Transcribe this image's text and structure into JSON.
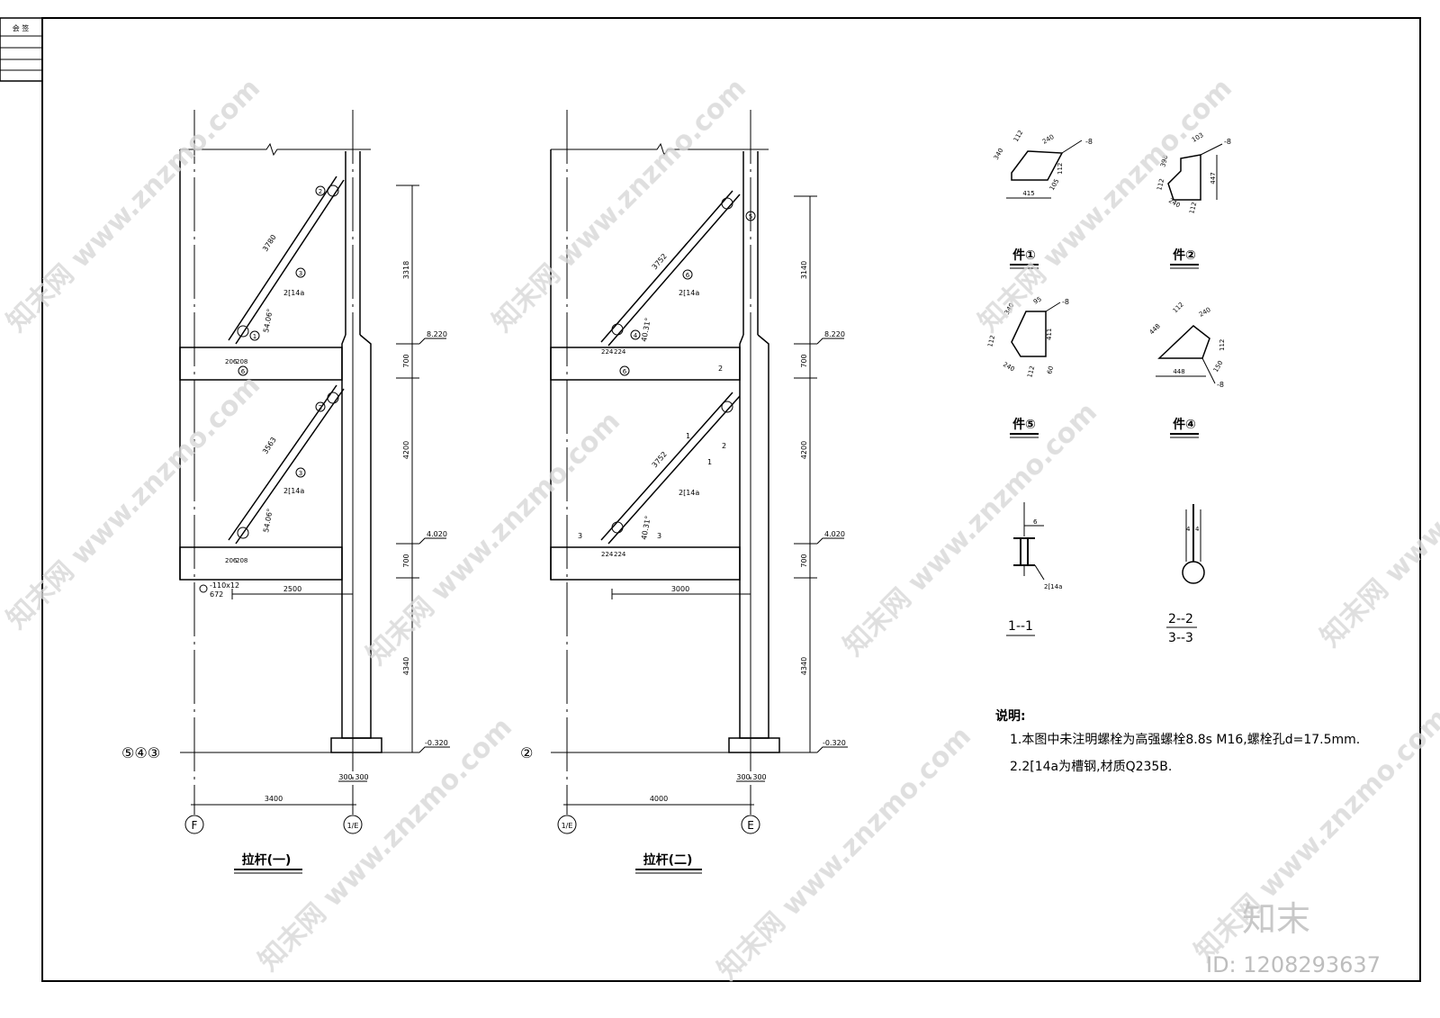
{
  "title_block": {
    "top_text": "会 签"
  },
  "elevation_1": {
    "title": "拉杆(一)",
    "grid_left": "F",
    "grid_right": "1/E",
    "axis_label": "⑤④③",
    "span": "3400",
    "col_widths": [
      "300",
      "300"
    ],
    "brace_upper_len": "3780",
    "brace_lower_len": "3563",
    "angle": "54.06°",
    "channel": "2[14a",
    "dim_horizontal": "2500",
    "plate_note_a": "-110x12",
    "plate_note_b": "672",
    "small_dims": [
      "206",
      "208"
    ],
    "parts": [
      "1",
      "2",
      "3",
      "6"
    ]
  },
  "elevation_2": {
    "title": "拉杆(二)",
    "grid_left": "1/E",
    "grid_right": "E",
    "axis_label": "②",
    "span": "4000",
    "col_widths": [
      "300",
      "300"
    ],
    "brace_upper_len": "3752",
    "brace_lower_len": "3752",
    "angle": "40.31°",
    "channel": "2[14a",
    "dim_horizontal": "3000",
    "small_dims": [
      "224",
      "224"
    ],
    "section_marks": [
      "1",
      "2",
      "3"
    ],
    "parts": [
      "4",
      "5",
      "6"
    ]
  },
  "levels": {
    "elev_8220": "8.220",
    "elev_4020": "4.020",
    "elev_m0320": "-0.320",
    "dims_1": [
      "3318",
      "700",
      "4200",
      "700",
      "4340"
    ],
    "dims_2": [
      "3140",
      "700",
      "4200",
      "700",
      "4340"
    ]
  },
  "parts_details": [
    {
      "label": "件①",
      "dims": [
        "340",
        "112",
        "240",
        "415",
        "112",
        "105"
      ],
      "thk": "-8"
    },
    {
      "label": "件②",
      "dims": [
        "103",
        "398",
        "447",
        "240",
        "112",
        "112"
      ],
      "thk": "-8"
    },
    {
      "label": "件⑤",
      "dims": [
        "95",
        "340",
        "411",
        "112",
        "240",
        "112",
        "60"
      ],
      "thk": "-8"
    },
    {
      "label": "件④",
      "dims": [
        "448",
        "112",
        "240",
        "448",
        "112",
        "150"
      ],
      "thk": "-8"
    }
  ],
  "sections": {
    "sec1": "1--1",
    "sec2a": "2--2",
    "sec2b": "3--3",
    "sec1_note": "2[14a",
    "sec1_dim": "6",
    "sec2_dim": "4"
  },
  "notes": {
    "heading": "说明:",
    "line1": "1.本图中未注明螺栓为高强螺栓8.8s M16,螺栓孔d=17.5mm.",
    "line2": "2.2[14a为槽钢,材质Q235B."
  },
  "watermark": {
    "site": "www.znzmo.com",
    "brand_cn": "知末网",
    "logo": "知末",
    "id": "ID: 1208293637"
  }
}
